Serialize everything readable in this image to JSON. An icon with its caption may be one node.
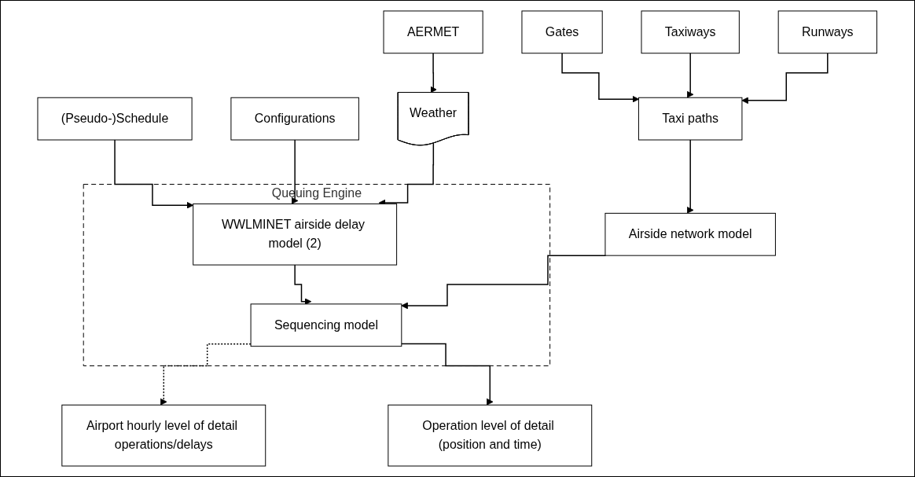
{
  "diagram": {
    "nodes": [
      {
        "text": [
          "(Pseudo-)Schedule"
        ]
      },
      {
        "text": [
          "Configurations"
        ]
      },
      {
        "text": [
          "AERMET"
        ]
      },
      {
        "text": [
          "Weather"
        ]
      },
      {
        "text": [
          "Queuing Engine"
        ]
      },
      {
        "text": [
          "WWLMINET airside delay model (2)"
        ],
        "in": 4
      },
      {
        "text": [
          "Sequencing model"
        ],
        "in": 4
      },
      {
        "text": [
          "Gates"
        ]
      },
      {
        "text": [
          "Taxiways"
        ]
      },
      {
        "text": [
          "Taxi paths"
        ]
      },
      {
        "text": [
          "Runways"
        ]
      },
      {
        "text": [
          "Airside network model"
        ]
      },
      {
        "text": [
          "Airport hourly level of detail operations/delays"
        ]
      },
      {
        "text": [
          "Operation level of detail (position and time)"
        ]
      }
    ],
    "edges": [
      {
        "from": 0,
        "to": 5,
        "arrow": "to"
      },
      {
        "from": 1,
        "to": 5,
        "arrow": "to"
      },
      {
        "from": 2,
        "to": 3,
        "arrow": "to"
      },
      {
        "from": 3,
        "to": 5,
        "arrow": "to"
      },
      {
        "from": 5,
        "to": 6,
        "arrow": "to"
      },
      {
        "from": 7,
        "to": 9,
        "arrow": "to"
      },
      {
        "from": 8,
        "to": 9,
        "arrow": "to"
      },
      {
        "from": 10,
        "to": 9,
        "arrow": "to"
      },
      {
        "from": 9,
        "to": 11,
        "arrow": "to"
      },
      {
        "from": 11,
        "to": 6,
        "arrow": "to"
      },
      {
        "from": 6,
        "to": 12,
        "arrow": "to",
        "style": "dashed"
      },
      {
        "from": 6,
        "to": 13,
        "arrow": "to"
      }
    ]
  }
}
